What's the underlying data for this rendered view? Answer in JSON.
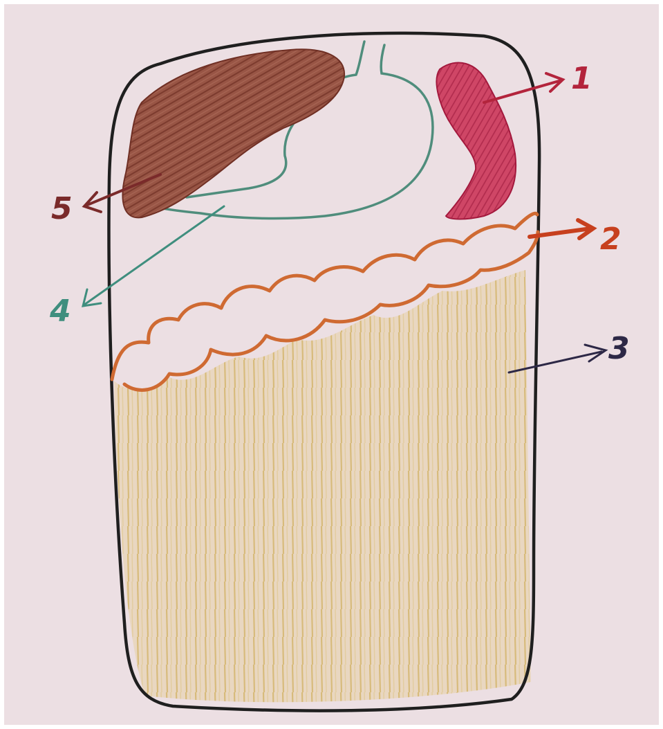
{
  "labels": {
    "one": "1",
    "two": "2",
    "three": "3",
    "four": "4",
    "five": "5"
  },
  "colors": {
    "paper": "#ecdfe3",
    "outline": "#1f1f1f",
    "spleen": "#c93a5c",
    "liver": "#8e4a3c",
    "stomach": "#4f8d7c",
    "colon": "#cf6a32",
    "small_intestine": "#d9c38a",
    "label_one": "#b3243c",
    "label_two": "#c7401e",
    "label_three": "#2d2846",
    "label_four": "#3f8e7e",
    "label_five": "#7a2a2a"
  }
}
